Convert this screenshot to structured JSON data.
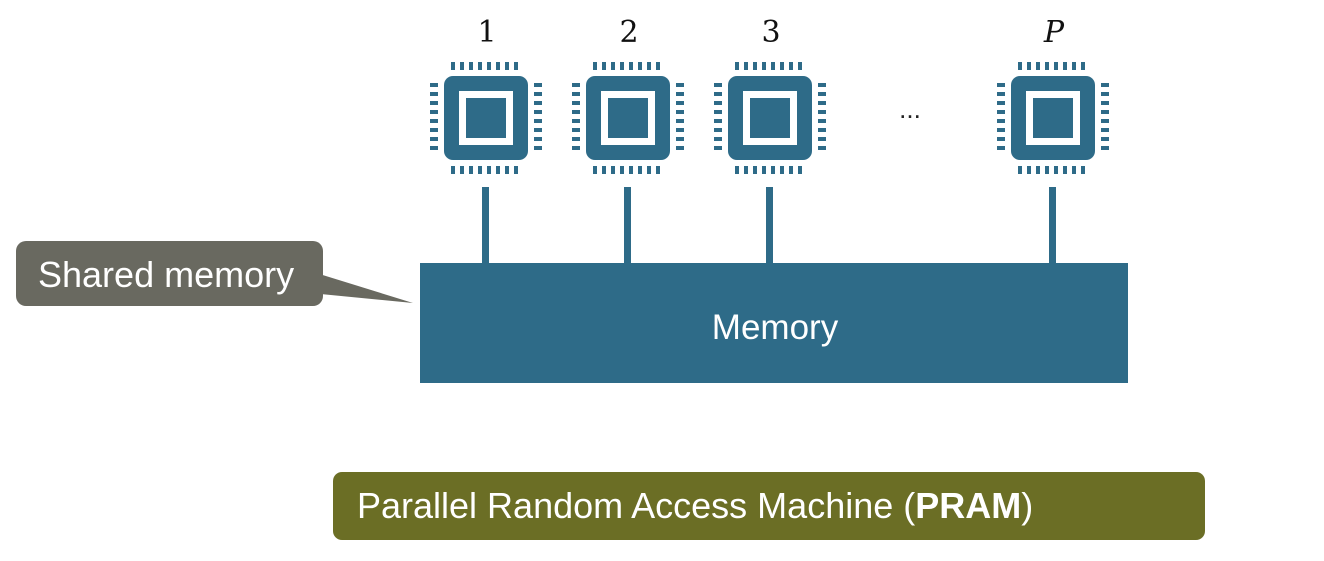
{
  "processors": {
    "labels": [
      "1",
      "2",
      "3",
      "P"
    ],
    "ellipsis": "..."
  },
  "memory": {
    "label": "Memory"
  },
  "callout": {
    "label": "Shared memory"
  },
  "banner": {
    "prefix": "Parallel Random Access Machine (",
    "acronym": "PRAM",
    "suffix": ")"
  },
  "colors": {
    "chip": "#2e6b88",
    "memory": "#2e6b88",
    "callout": "#696960",
    "banner": "#6b6e25"
  },
  "icons": [
    "cpu-chip-icon"
  ]
}
